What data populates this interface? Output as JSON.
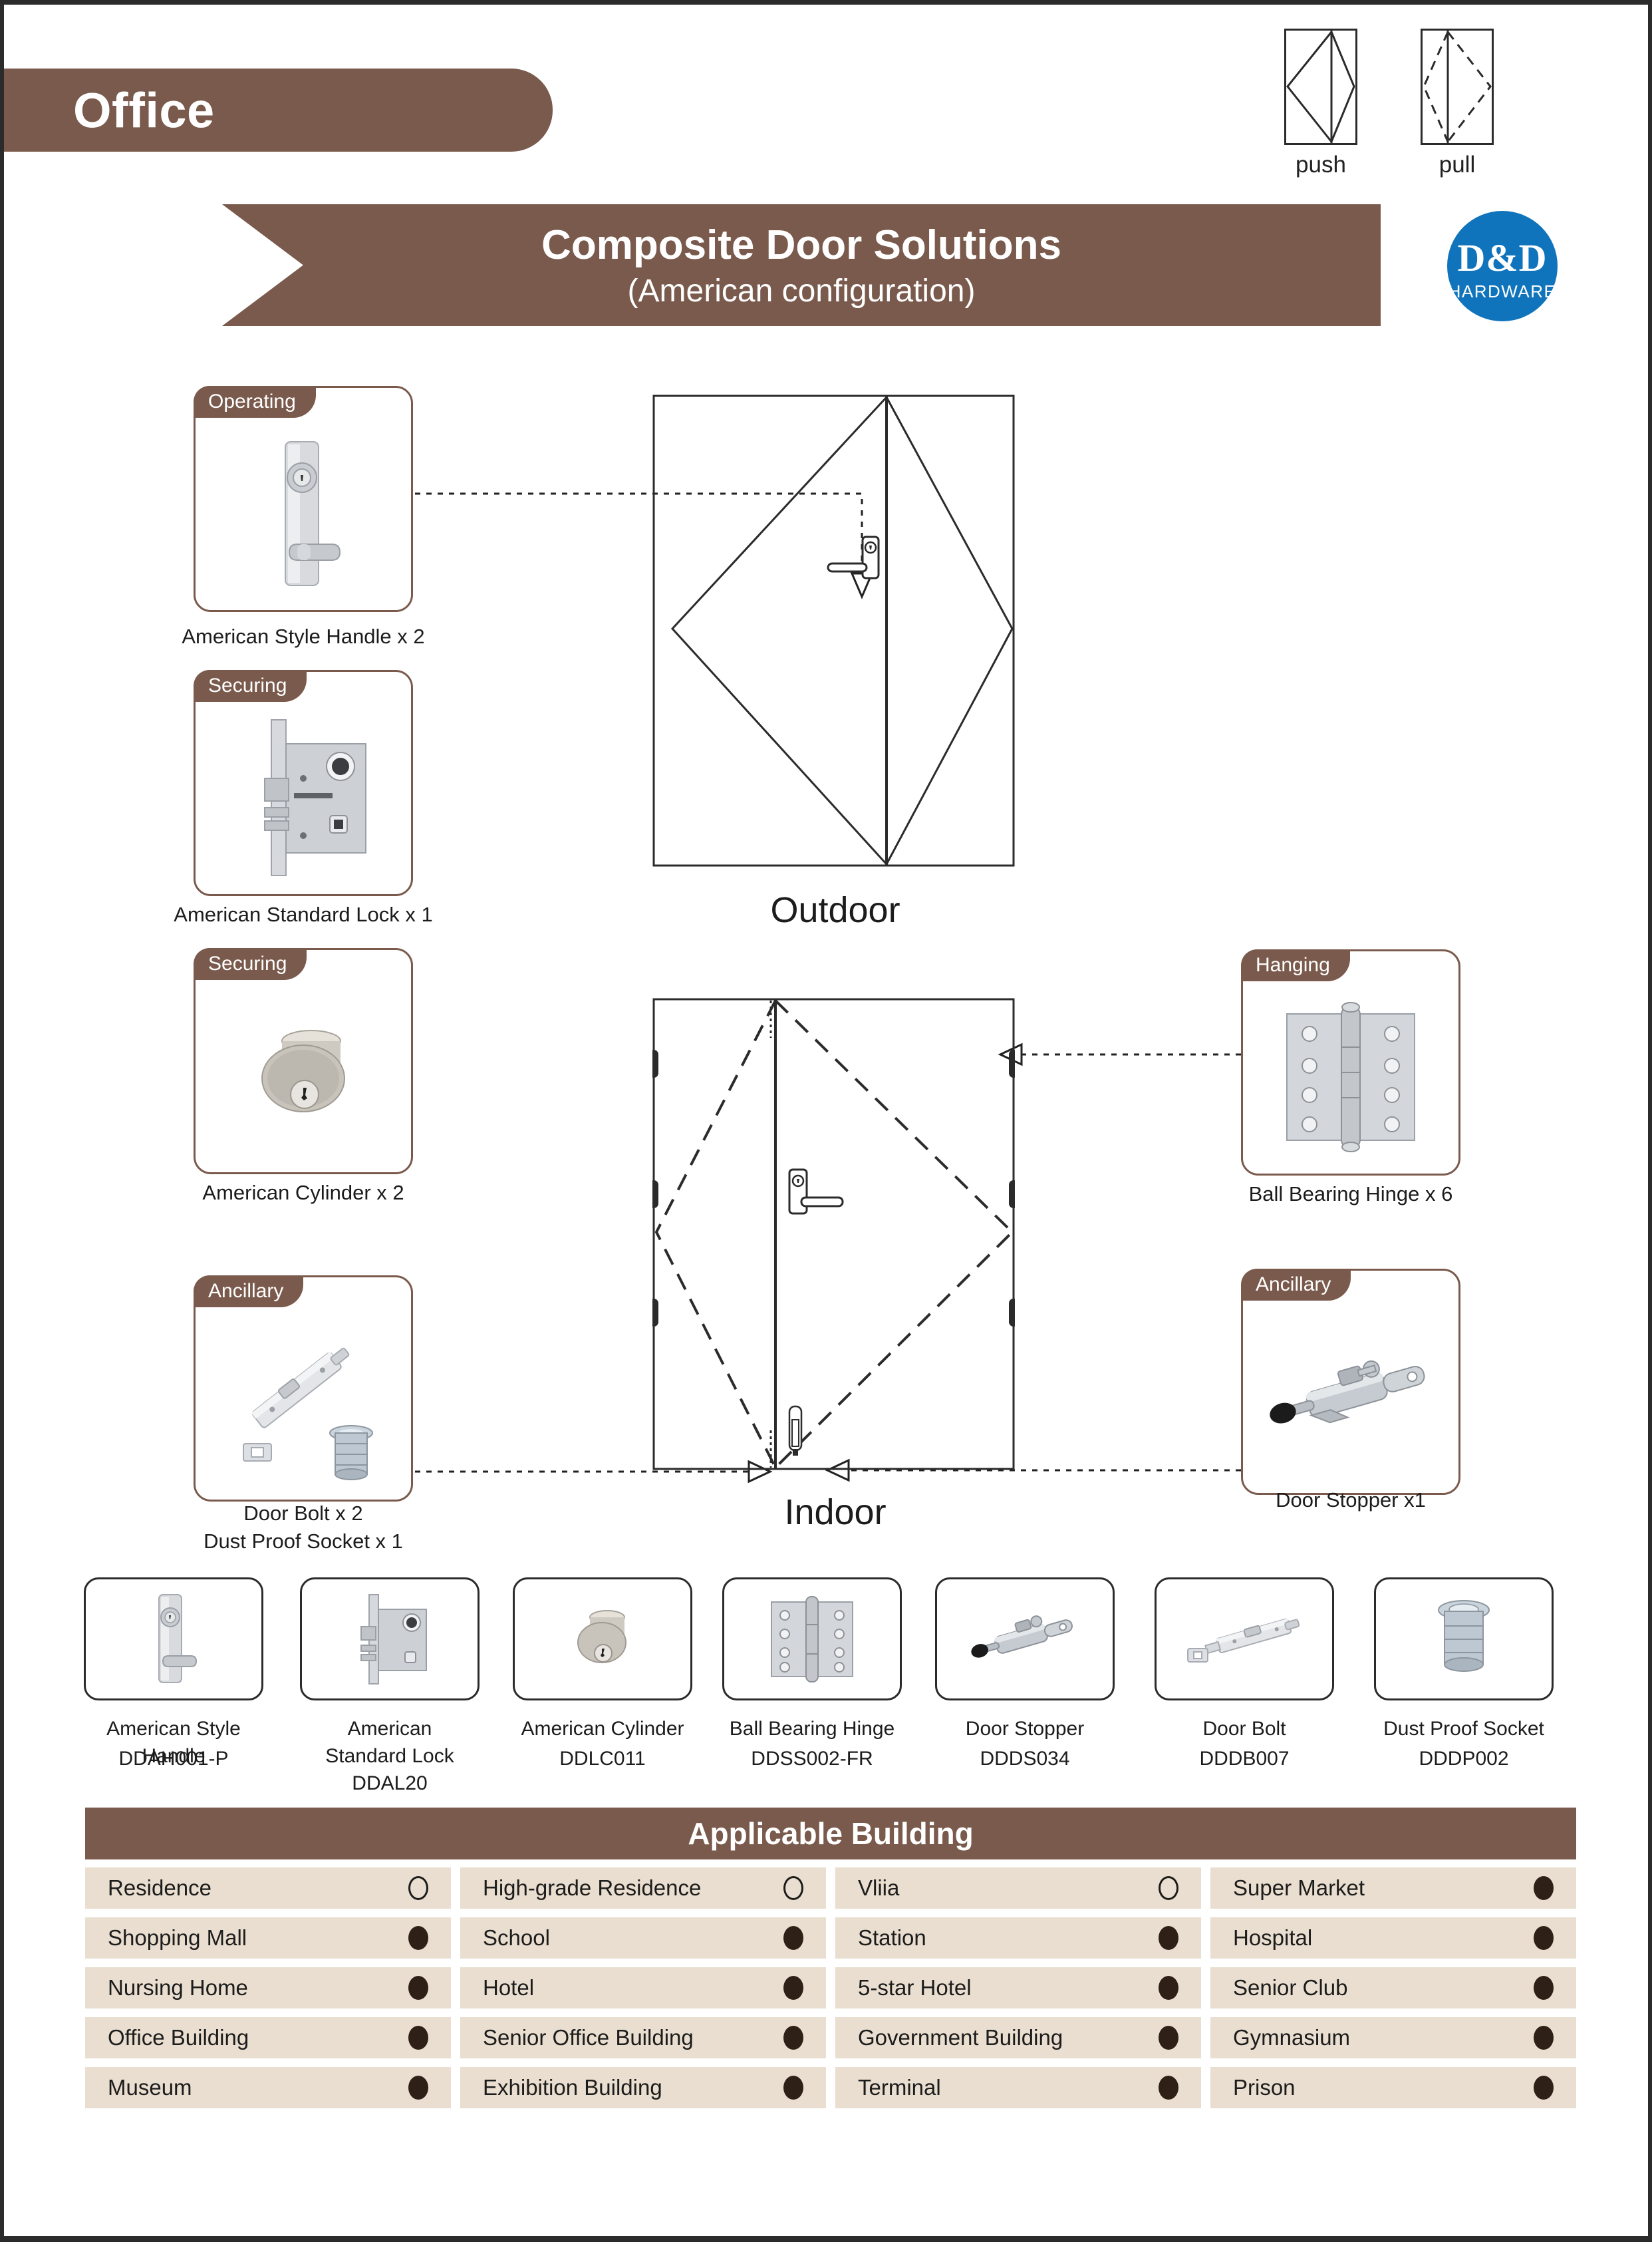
{
  "header": {
    "category_tab": "Office",
    "banner_title": "Composite Door Solutions",
    "banner_subtitle": "(American configuration)",
    "brand_name": "D&D",
    "brand_sub": "HARDWARE",
    "brand_color": "#1074BC",
    "accent_brown": "#7A5A4C",
    "table_cell_color": "#E9DECF",
    "push_label": "push",
    "pull_label": "pull"
  },
  "diagrams": {
    "outdoor_label": "Outdoor",
    "indoor_label": "Indoor"
  },
  "callouts": [
    {
      "tag": "Operating",
      "caption": "American Style Handle x 2",
      "icon": "lever-handle-icon"
    },
    {
      "tag": "Securing",
      "caption": "American Standard Lock x 1",
      "icon": "mortise-lock-icon"
    },
    {
      "tag": "Securing",
      "caption": "American Cylinder x 2",
      "icon": "cylinder-icon"
    },
    {
      "tag": "Ancillary",
      "caption": "Door Bolt x 2\nDust  Proof Socket  x 1",
      "caption_line1": "Door Bolt x 2",
      "caption_line2": "Dust  Proof Socket  x 1",
      "icon": "door-bolt-icon"
    },
    {
      "tag": "Hanging",
      "caption": "Ball Bearing Hinge x 6",
      "icon": "hinge-icon"
    },
    {
      "tag": "Ancillary",
      "caption": "Door Stopper x1",
      "icon": "door-stopper-icon"
    }
  ],
  "products": [
    {
      "name": "American Style Handle",
      "model": "DDAH001-P",
      "icon": "lever-handle-icon"
    },
    {
      "name": "American\nStandard Lock",
      "name_line1": "American",
      "name_line2": "Standard Lock",
      "model": "DDAL20",
      "icon": "mortise-lock-icon"
    },
    {
      "name": "American Cylinder",
      "model": "DDLC011",
      "icon": "cylinder-icon"
    },
    {
      "name": "Ball Bearing Hinge",
      "model": "DDSS002-FR",
      "icon": "hinge-icon"
    },
    {
      "name": "Door Stopper",
      "model": "DDDS034",
      "icon": "door-stopper-icon"
    },
    {
      "name": "Door Bolt",
      "model": "DDDB007",
      "icon": "door-bolt-icon"
    },
    {
      "name": "Dust Proof Socket",
      "model": "DDDP002",
      "icon": "dust-proof-socket-icon"
    }
  ],
  "applicable_building": {
    "title": "Applicable Building",
    "rows": [
      [
        {
          "label": "Residence",
          "mark": "hollow"
        },
        {
          "label": "High-grade Residence",
          "mark": "hollow"
        },
        {
          "label": "Vliia",
          "mark": "hollow"
        },
        {
          "label": "Super Market",
          "mark": "filled"
        }
      ],
      [
        {
          "label": "Shopping Mall",
          "mark": "filled"
        },
        {
          "label": "School",
          "mark": "filled"
        },
        {
          "label": "Station",
          "mark": "filled"
        },
        {
          "label": "Hospital",
          "mark": "filled"
        }
      ],
      [
        {
          "label": "Nursing Home",
          "mark": "filled"
        },
        {
          "label": "Hotel",
          "mark": "filled"
        },
        {
          "label": "5-star Hotel",
          "mark": "filled"
        },
        {
          "label": "Senior Club",
          "mark": "filled"
        }
      ],
      [
        {
          "label": "Office Building",
          "mark": "filled"
        },
        {
          "label": "Senior Office Building",
          "mark": "filled"
        },
        {
          "label": "Government Building",
          "mark": "filled"
        },
        {
          "label": "Gymnasium",
          "mark": "filled"
        }
      ],
      [
        {
          "label": "Museum",
          "mark": "filled"
        },
        {
          "label": "Exhibition Building",
          "mark": "filled"
        },
        {
          "label": "Terminal",
          "mark": "filled"
        },
        {
          "label": "Prison",
          "mark": "filled"
        }
      ]
    ]
  }
}
